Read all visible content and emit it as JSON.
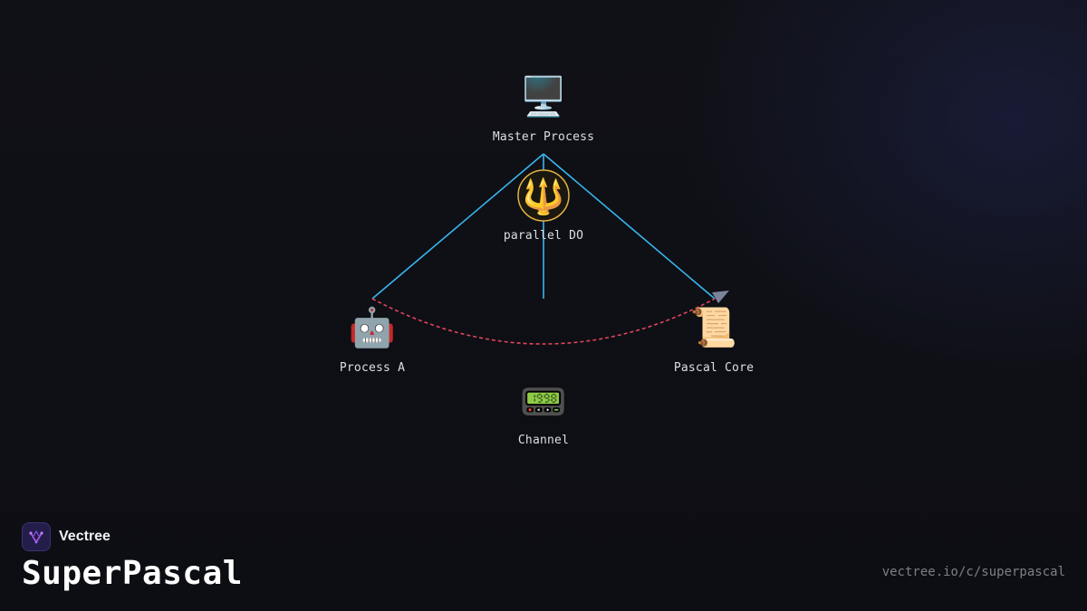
{
  "diagram": {
    "nodes": [
      {
        "id": "master",
        "label": "Master Process",
        "icon": "desktop-computer-icon",
        "glyph": "🖥️"
      },
      {
        "id": "parallel",
        "label": "parallel DO",
        "icon": "trident-icon",
        "glyph": "🔱"
      },
      {
        "id": "processA",
        "label": "Process A",
        "icon": "robot-icon",
        "glyph": "🤖"
      },
      {
        "id": "pascalCore",
        "label": "Pascal Core",
        "icon": "scroll-icon",
        "glyph": "📜"
      },
      {
        "id": "channel",
        "label": "Channel",
        "icon": "pager-icon",
        "glyph": "📟"
      }
    ],
    "edges": [
      {
        "from": "master",
        "to": "processA",
        "style": "solid"
      },
      {
        "from": "master",
        "to": "pascalCore",
        "style": "solid",
        "arrow": true
      },
      {
        "from": "master",
        "to": "channel",
        "style": "solid"
      },
      {
        "from": "processA",
        "to": "pascalCore",
        "style": "dashed",
        "via": "channel"
      }
    ],
    "colors": {
      "solid_edge": "#38b6f0",
      "dashed_edge": "#e0455e",
      "arrow_head": "#7a8499",
      "parallel_ring": "#e3b341"
    }
  },
  "branding": {
    "logo_icon": "vectree-logo-icon",
    "name": "Vectree",
    "title": "SuperPascal",
    "url": "vectree.io/c/superpascal"
  }
}
